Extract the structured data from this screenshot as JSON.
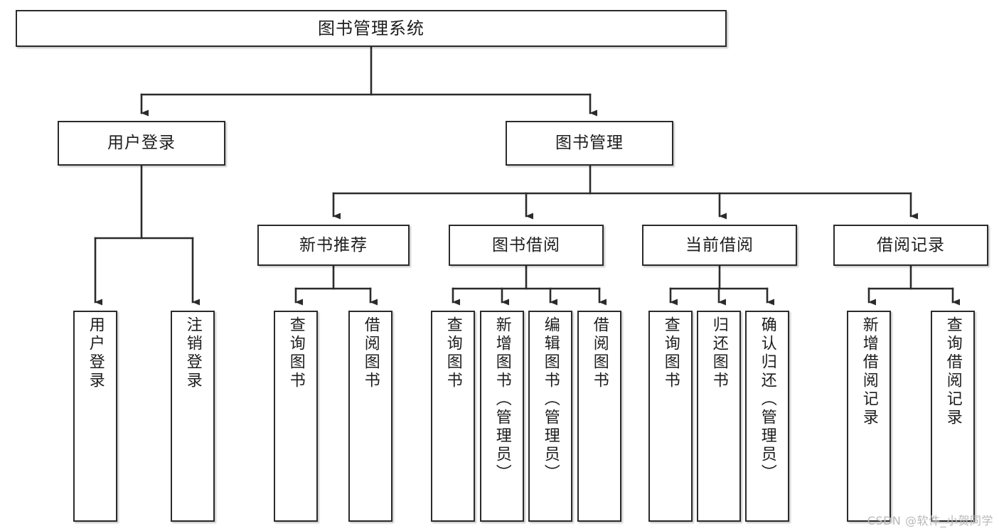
{
  "diagram": {
    "type": "tree-hierarchy-chart",
    "title": "图书管理系统",
    "edge_color": "#2b2b2b",
    "box_border_color": "#2b2b2b",
    "box_fill_color": "#ffffff",
    "text_color": "#1d1d1d",
    "nodes": {
      "root": {
        "label": "图书管理系统",
        "orientation": "horizontal",
        "level": 0
      },
      "user_login": {
        "label": "用户登录",
        "orientation": "horizontal",
        "level": 1
      },
      "book_manage": {
        "label": "图书管理",
        "orientation": "horizontal",
        "level": 1
      },
      "new_book_rec": {
        "label": "新书推荐",
        "orientation": "horizontal",
        "level": 2
      },
      "book_borrow": {
        "label": "图书借阅",
        "orientation": "horizontal",
        "level": 2
      },
      "current_borrow": {
        "label": "当前借阅",
        "orientation": "horizontal",
        "level": 2
      },
      "borrow_record": {
        "label": "借阅记录",
        "orientation": "horizontal",
        "level": 2
      },
      "leaf_user_login": {
        "label": "用户登录",
        "orientation": "vertical",
        "level": 2
      },
      "leaf_user_logout": {
        "label": "注销登录",
        "orientation": "vertical",
        "level": 2
      },
      "leaf_query_book_a": {
        "label": "查询图书",
        "orientation": "vertical",
        "level": 3
      },
      "leaf_borrow_book_a": {
        "label": "借阅图书",
        "orientation": "vertical",
        "level": 3
      },
      "leaf_query_book_b": {
        "label": "查询图书",
        "orientation": "vertical",
        "level": 3
      },
      "leaf_add_book": {
        "label": "新增图书（管理员）",
        "orientation": "vertical",
        "level": 3
      },
      "leaf_edit_book": {
        "label": "编辑图书（管理员）",
        "orientation": "vertical",
        "level": 3
      },
      "leaf_borrow_book_b": {
        "label": "借阅图书",
        "orientation": "vertical",
        "level": 3
      },
      "leaf_query_book_c": {
        "label": "查询图书",
        "orientation": "vertical",
        "level": 3
      },
      "leaf_return_book": {
        "label": "归还图书",
        "orientation": "vertical",
        "level": 3
      },
      "leaf_confirm_return": {
        "label": "确认归还（管理员）",
        "orientation": "vertical",
        "level": 3
      },
      "leaf_add_record": {
        "label": "新增借阅记录",
        "orientation": "vertical",
        "level": 3
      },
      "leaf_query_record": {
        "label": "查询借阅记录",
        "orientation": "vertical",
        "level": 3
      }
    },
    "edges": [
      {
        "from": "root",
        "to": "user_login"
      },
      {
        "from": "root",
        "to": "book_manage"
      },
      {
        "from": "user_login",
        "to": "leaf_user_login"
      },
      {
        "from": "user_login",
        "to": "leaf_user_logout"
      },
      {
        "from": "book_manage",
        "to": "new_book_rec"
      },
      {
        "from": "book_manage",
        "to": "book_borrow"
      },
      {
        "from": "book_manage",
        "to": "current_borrow"
      },
      {
        "from": "book_manage",
        "to": "borrow_record"
      },
      {
        "from": "new_book_rec",
        "to": "leaf_query_book_a"
      },
      {
        "from": "new_book_rec",
        "to": "leaf_borrow_book_a"
      },
      {
        "from": "book_borrow",
        "to": "leaf_query_book_b"
      },
      {
        "from": "book_borrow",
        "to": "leaf_add_book"
      },
      {
        "from": "book_borrow",
        "to": "leaf_edit_book"
      },
      {
        "from": "book_borrow",
        "to": "leaf_borrow_book_b"
      },
      {
        "from": "current_borrow",
        "to": "leaf_query_book_c"
      },
      {
        "from": "current_borrow",
        "to": "leaf_return_book"
      },
      {
        "from": "current_borrow",
        "to": "leaf_confirm_return"
      },
      {
        "from": "borrow_record",
        "to": "leaf_add_record"
      },
      {
        "from": "borrow_record",
        "to": "leaf_query_record"
      }
    ]
  },
  "watermark": {
    "text": "CSDN @软件_小贺同学",
    "color": "#b9b9b9"
  }
}
